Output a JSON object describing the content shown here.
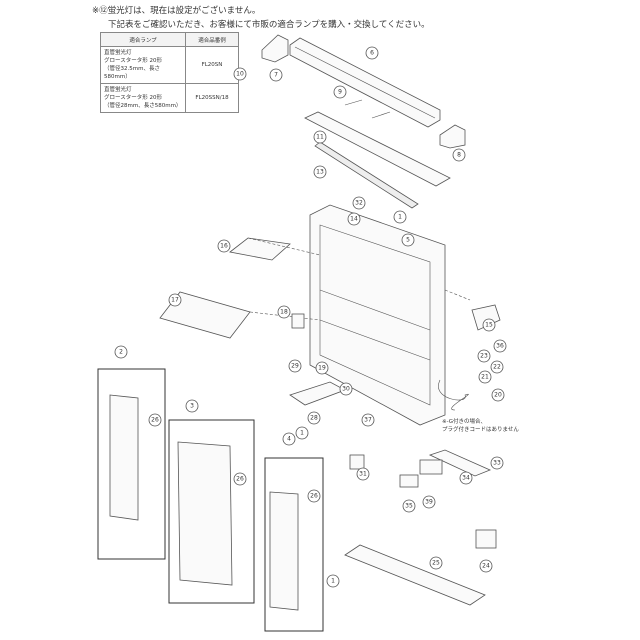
{
  "notice": {
    "line1": "※⑫蛍光灯は、現在は設定がございません。",
    "line2": "下記表をご確認いただき、お客様にて市販の適合ランプを購入・交換してください。"
  },
  "lamp_table": {
    "headers": [
      "適合ランプ",
      "適合品番例"
    ],
    "rows": [
      {
        "lamp": [
          "直管蛍光灯",
          "グロースタータ形 20形",
          "（管径32.5mm、長さ580mm）"
        ],
        "model": "FL20SN"
      },
      {
        "lamp": [
          "直管蛍光灯",
          "グロースタータ形 20形",
          "（管径28mm、長さ580mm）"
        ],
        "model": "FL20SSN/18"
      }
    ]
  },
  "cord_note": {
    "line1": "※-G付きの場合、",
    "line2": "プラグ付きコードはありません"
  },
  "part_numbers": [
    "1",
    "2",
    "3",
    "4",
    "5",
    "6",
    "7",
    "8",
    "9",
    "10",
    "11",
    "13",
    "14",
    "15",
    "16",
    "17",
    "18",
    "19",
    "20",
    "21",
    "22",
    "23",
    "24",
    "25",
    "26",
    "28",
    "29",
    "30",
    "31",
    "32",
    "33",
    "34",
    "35",
    "36",
    "37",
    "39"
  ]
}
